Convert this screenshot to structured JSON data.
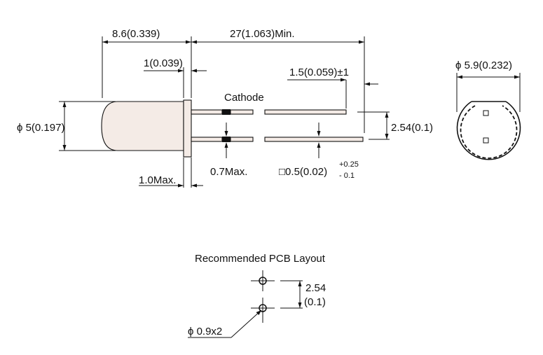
{
  "dims": {
    "overall_body": "8.6(0.339)",
    "lead_length": "27(1.063)Min.",
    "flange": "1(0.039)",
    "lead_offset": "1.5(0.059)±1",
    "diameter": "ϕ 5(0.197)",
    "lead_pitch": "2.54(0.1)",
    "flange_max": "1.0Max.",
    "standoff_max": "0.7Max.",
    "lead_square": "□0.5(0.02)",
    "tol_plus": "+0.25",
    "tol_minus": "- 0.1",
    "flange_diameter": "ϕ 5.9(0.232)"
  },
  "labels": {
    "cathode": "Cathode",
    "pcb_title": "Recommended PCB Layout",
    "pcb_pitch_mm": "2.54",
    "pcb_pitch_in": "(0.1)",
    "pcb_hole": "ϕ 0.9x2"
  }
}
